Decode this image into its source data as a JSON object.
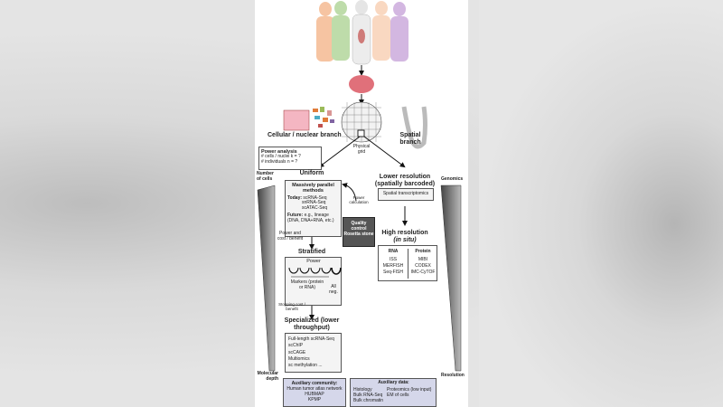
{
  "labels": {
    "cellular_branch": "Cellular / nuclear branch",
    "spatial_branch": "Spatial branch",
    "physical_grid": "Physical grid",
    "number_of_cells": "Number of cells",
    "molecular_depth": "Molecular depth",
    "genomics": "Genomics",
    "resolution": "Resolution"
  },
  "power_analysis": {
    "title": "Power analysis",
    "row1": "# cells / nuclei   k = ?",
    "row2": "# individuals     n = ?"
  },
  "uniform": {
    "title": "Uniform",
    "box_title": "Massively parallel methods",
    "today_label": "Today:",
    "today": [
      "scRNA-Seq",
      "snRNA-Seq",
      "scATAC-Seq"
    ],
    "future_label": "Future:",
    "future": "e.g., lineage (DNA, DNA+RNA, etc.)"
  },
  "power_calculation": "Power calculation",
  "quality_control": "Quality control Rosetta stone",
  "power_cost": "Power and cost / benefit",
  "stratified": {
    "title": "Stratified",
    "power": "Power",
    "markers": "Markers (protein or RNA)",
    "all_neg": "All neg."
  },
  "stopping": "Stopping cost / benefit",
  "specialized": {
    "title": "Specialized (lower throughput)",
    "items": [
      "Full-length scRNA-Seq",
      "scChIP",
      "scCAGE",
      "Multiomics",
      "sc methylation ..."
    ]
  },
  "lower_res": {
    "title": "Lower resolution (spatially barcoded)",
    "item": "Spatial transcriptomics"
  },
  "high_res": {
    "title": "High resolution",
    "subtitle": "(in situ)",
    "rna_header": "RNA",
    "rna": [
      "ISS",
      "MERFISH",
      "Seq-FISH"
    ],
    "protein_header": "Protein",
    "protein": [
      "MIBI",
      "CODEX",
      "IMC-CyTOF"
    ]
  },
  "aux_community": {
    "title": "Auxiliary community:",
    "items": [
      "Human tumor atlas network",
      "HUBMAP",
      "KPMP"
    ]
  },
  "aux_data": {
    "title": "Auxiliary data:",
    "col1": [
      "Histology",
      "Bulk RNA-Seq",
      "Bulk chromatin"
    ],
    "col2": [
      "Proteomics (low input)",
      "EM of cells"
    ]
  },
  "colors": {
    "aux_fill": "#d5d7ea",
    "qc_fill": "#555555",
    "tissue": "#e0707a"
  }
}
